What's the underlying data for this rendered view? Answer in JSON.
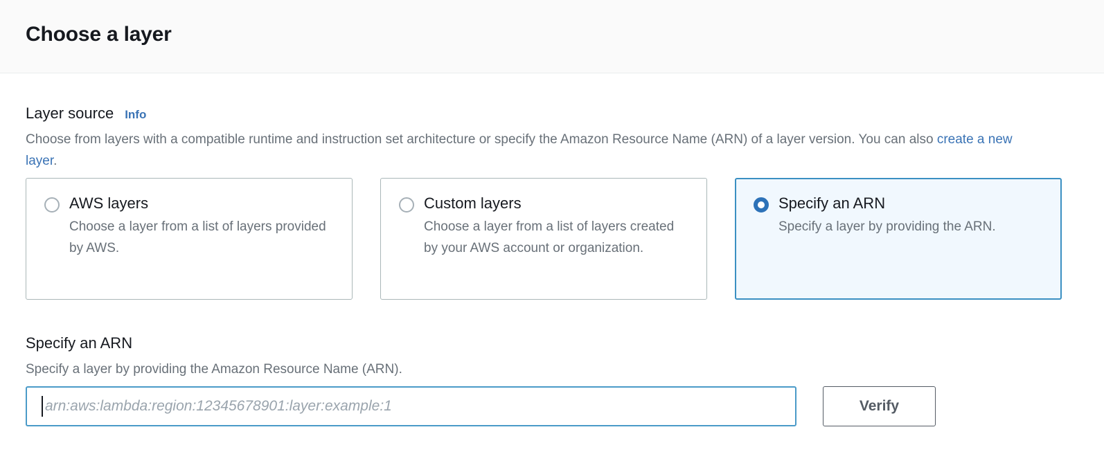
{
  "header": {
    "title": "Choose a layer"
  },
  "layer_source": {
    "label": "Layer source",
    "info_label": "Info",
    "description_part1": "Choose from layers with a compatible runtime and instruction set architecture or specify the Amazon Resource Name (ARN) of a layer version. You can also ",
    "description_link": "create a new layer",
    "description_part2": ".",
    "options": [
      {
        "title": "AWS layers",
        "description": "Choose a layer from a list of layers provided by AWS.",
        "selected": false
      },
      {
        "title": "Custom layers",
        "description": "Choose a layer from a list of layers created by your AWS account or organization.",
        "selected": false
      },
      {
        "title": "Specify an ARN",
        "description": "Specify a layer by providing the ARN.",
        "selected": true
      }
    ]
  },
  "arn_section": {
    "title": "Specify an ARN",
    "description": "Specify a layer by providing the Amazon Resource Name (ARN).",
    "input_value": "",
    "input_placeholder": "arn:aws:lambda:region:12345678901:layer:example:1",
    "verify_label": "Verify"
  },
  "colors": {
    "accent_blue": "#2d72b8",
    "link_blue": "#3a73b5",
    "focus_border": "#4a9ac8",
    "selected_tile_bg": "#f1f8fe",
    "selected_tile_border": "#3a8fc2",
    "tile_border": "#aab7b8",
    "muted_text": "#687078",
    "header_bg": "#fafafa",
    "button_border": "#545b64"
  }
}
